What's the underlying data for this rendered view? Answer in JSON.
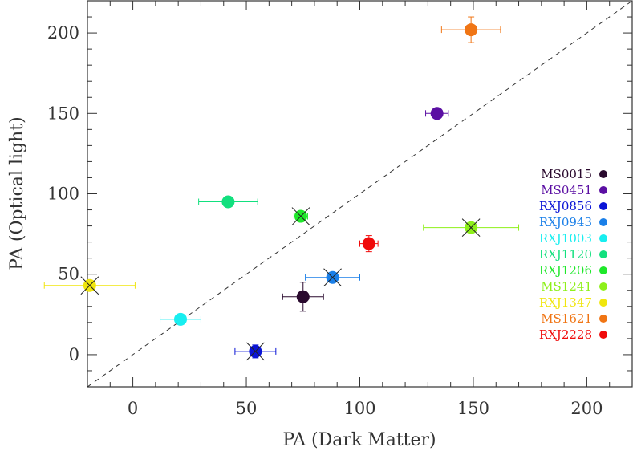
{
  "chart_data": {
    "type": "scatter",
    "xlabel": "PA (Dark Matter)",
    "ylabel": "PA (Optical light)",
    "xlim": [
      -20,
      220
    ],
    "ylim": [
      -20,
      220
    ],
    "x_ticks": [
      0,
      50,
      100,
      150,
      200
    ],
    "y_ticks": [
      0,
      50,
      100,
      150,
      200
    ],
    "reference_line": "y = x",
    "grid": false,
    "legend_position": "right",
    "series": [
      {
        "name": "MS0015",
        "color": "#2a0a2e",
        "x": 75,
        "y": 36,
        "xerr": 9,
        "yerr": 9,
        "crossed": false
      },
      {
        "name": "MS0451",
        "color": "#5b0fa3",
        "x": 134,
        "y": 150,
        "xerr": 5,
        "yerr": 2,
        "crossed": false
      },
      {
        "name": "RXJ0856",
        "color": "#0a14d6",
        "x": 54,
        "y": 2,
        "xerr": 9,
        "yerr": 4,
        "crossed": true
      },
      {
        "name": "RXJ0943",
        "color": "#1a7fe8",
        "x": 88,
        "y": 48,
        "xerr": 12,
        "yerr": 2,
        "crossed": true
      },
      {
        "name": "RXJ1003",
        "color": "#18eef0",
        "x": 21,
        "y": 22,
        "xerr": 9,
        "yerr": 2,
        "crossed": false
      },
      {
        "name": "RXJ1120",
        "color": "#12e07e",
        "x": 42,
        "y": 95,
        "xerr": 13,
        "yerr": 2,
        "crossed": false
      },
      {
        "name": "RXJ1206",
        "color": "#1ee82a",
        "x": 74,
        "y": 86,
        "xerr": 3,
        "yerr": 3,
        "crossed": true
      },
      {
        "name": "MS1241",
        "color": "#8ef01a",
        "x": 149,
        "y": 79,
        "xerr": 21,
        "yerr": 2,
        "crossed": true
      },
      {
        "name": "RXJ1347",
        "color": "#f0e60e",
        "x": -19,
        "y": 43,
        "xerr": 20,
        "yerr": 2,
        "crossed": true
      },
      {
        "name": "MS1621",
        "color": "#f07514",
        "x": 149,
        "y": 202,
        "xerr": 13,
        "yerr": 8,
        "crossed": false
      },
      {
        "name": "RXJ2228",
        "color": "#f00a0a",
        "x": 104,
        "y": 69,
        "xerr": 4,
        "yerr": 5,
        "crossed": false
      }
    ]
  }
}
